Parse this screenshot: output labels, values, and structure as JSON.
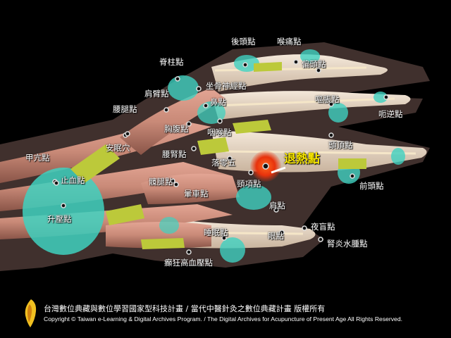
{
  "points": [
    {
      "id": "houtou",
      "label": "後頭點"
    },
    {
      "id": "houtong",
      "label": "喉痛點"
    },
    {
      "id": "jizhu",
      "label": "脊柱點"
    },
    {
      "id": "piantou",
      "label": "偏頭點"
    },
    {
      "id": "zuogu",
      "label": "坐骨神經點"
    },
    {
      "id": "jianbi",
      "label": "肩臂點"
    },
    {
      "id": "oushang",
      "label": "嘔脹點"
    },
    {
      "id": "yaotui",
      "label": "腰腿點"
    },
    {
      "id": "bi",
      "label": "鼻點"
    },
    {
      "id": "eni",
      "label": "呃逆點"
    },
    {
      "id": "xiongfu",
      "label": "胸腹點"
    },
    {
      "id": "yanhou",
      "label": "咽喉點"
    },
    {
      "id": "anxi",
      "label": "安眠穴"
    },
    {
      "id": "touding",
      "label": "頭頂點"
    },
    {
      "id": "jiaxian",
      "label": "甲亢點"
    },
    {
      "id": "tuire",
      "label": "退熱點"
    },
    {
      "id": "yaoshen",
      "label": "腰腎點"
    },
    {
      "id": "luozhen",
      "label": "落零五"
    },
    {
      "id": "zhixue",
      "label": "止血點"
    },
    {
      "id": "xuetui",
      "label": "髖腿點"
    },
    {
      "id": "jingxiang",
      "label": "頸項點"
    },
    {
      "id": "qiantou",
      "label": "前頭點"
    },
    {
      "id": "yunche",
      "label": "暈車點"
    },
    {
      "id": "shengya",
      "label": "升壓點"
    },
    {
      "id": "jian",
      "label": "肩點"
    },
    {
      "id": "yemang",
      "label": "夜盲點"
    },
    {
      "id": "shuimian",
      "label": "睡眠點"
    },
    {
      "id": "yan",
      "label": "眼點"
    },
    {
      "id": "shenyan",
      "label": "腎炎水腫點"
    },
    {
      "id": "dian",
      "label": "癲狂高血壓點"
    }
  ],
  "footer": {
    "cn": "台灣數位典藏與數位學習國家型科技計畫 / 當代中醫針灸之數位典藏計畫 版權所有",
    "en": "Copyright © Taiwan e-Learning & Digital Archives Program. / The Digital Archives for Acupuncture of Present Age All Rights Reserved."
  },
  "colors": {
    "background": "#000000",
    "muscle": "#c98a78",
    "bone": "#e8d6c4",
    "cartilage": "#3fd1c0",
    "tendon": "#bcc93a",
    "highlight": "#e8320c",
    "highlight_label": "#f5e400",
    "label": "#ffffff"
  }
}
